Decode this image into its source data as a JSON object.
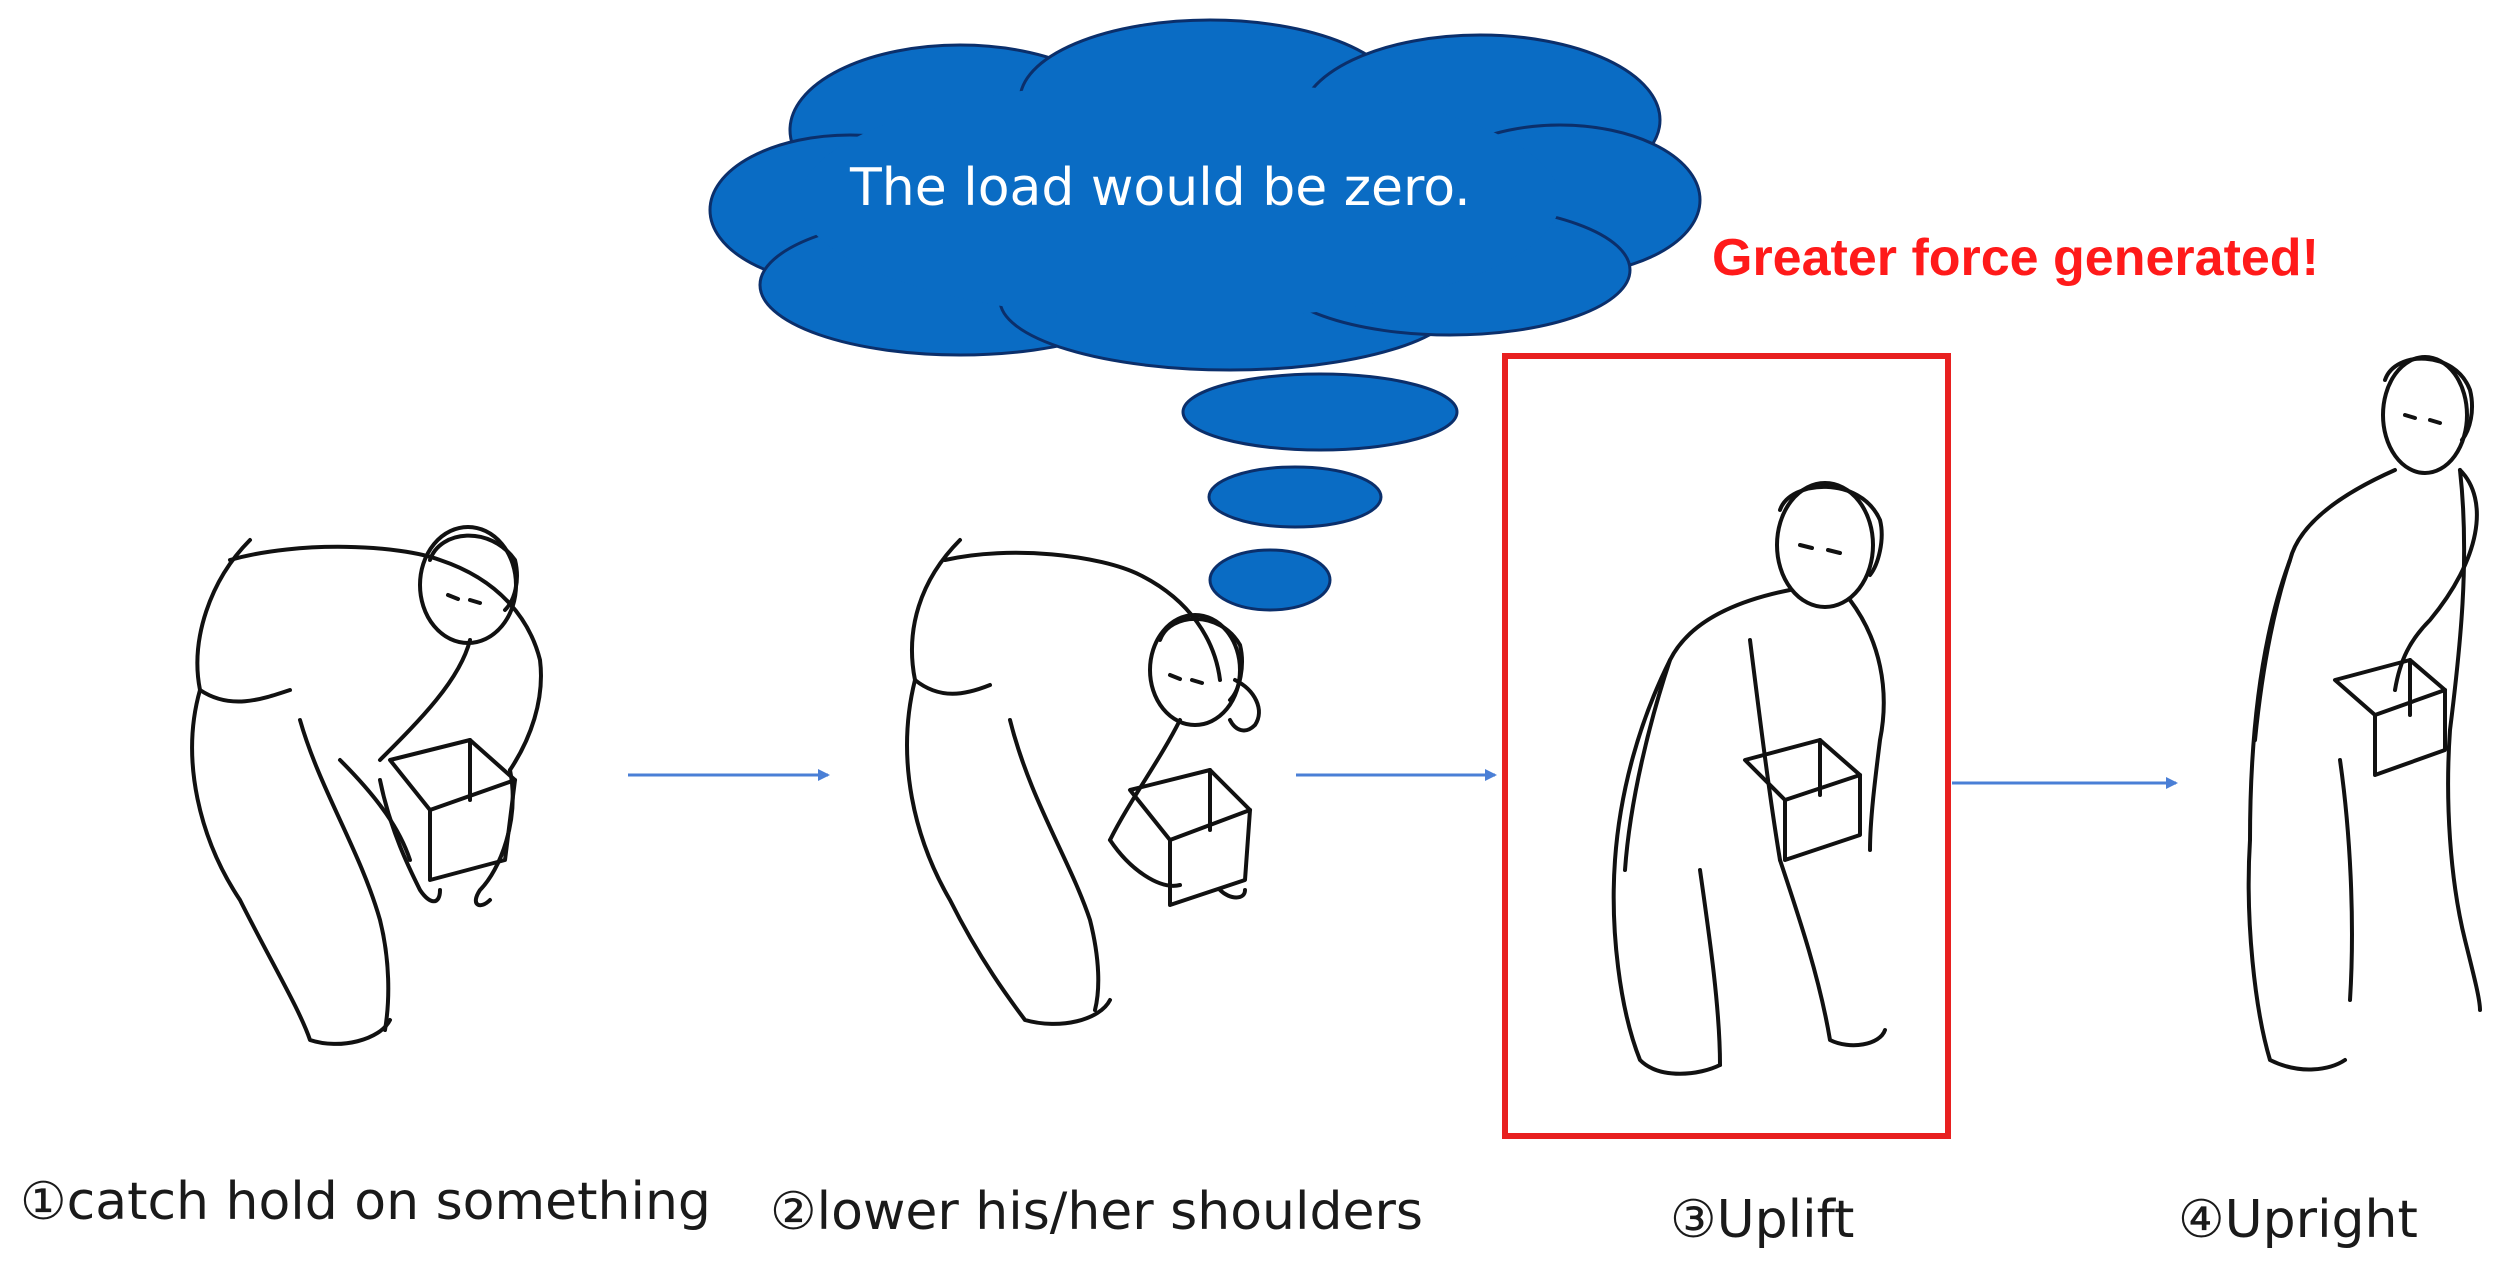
{
  "thought_bubble": {
    "text": "The load would be zero.",
    "fill_color": "#0a6cc4"
  },
  "highlight": {
    "text": "Greater force generated!",
    "color": "#ff1a1a"
  },
  "steps": [
    {
      "label": "①catch hold on something"
    },
    {
      "label": "②lower his/her shoulders"
    },
    {
      "label": "③Uplift"
    },
    {
      "label": "④Upright"
    }
  ],
  "arrow_color": "#4a7fd6"
}
